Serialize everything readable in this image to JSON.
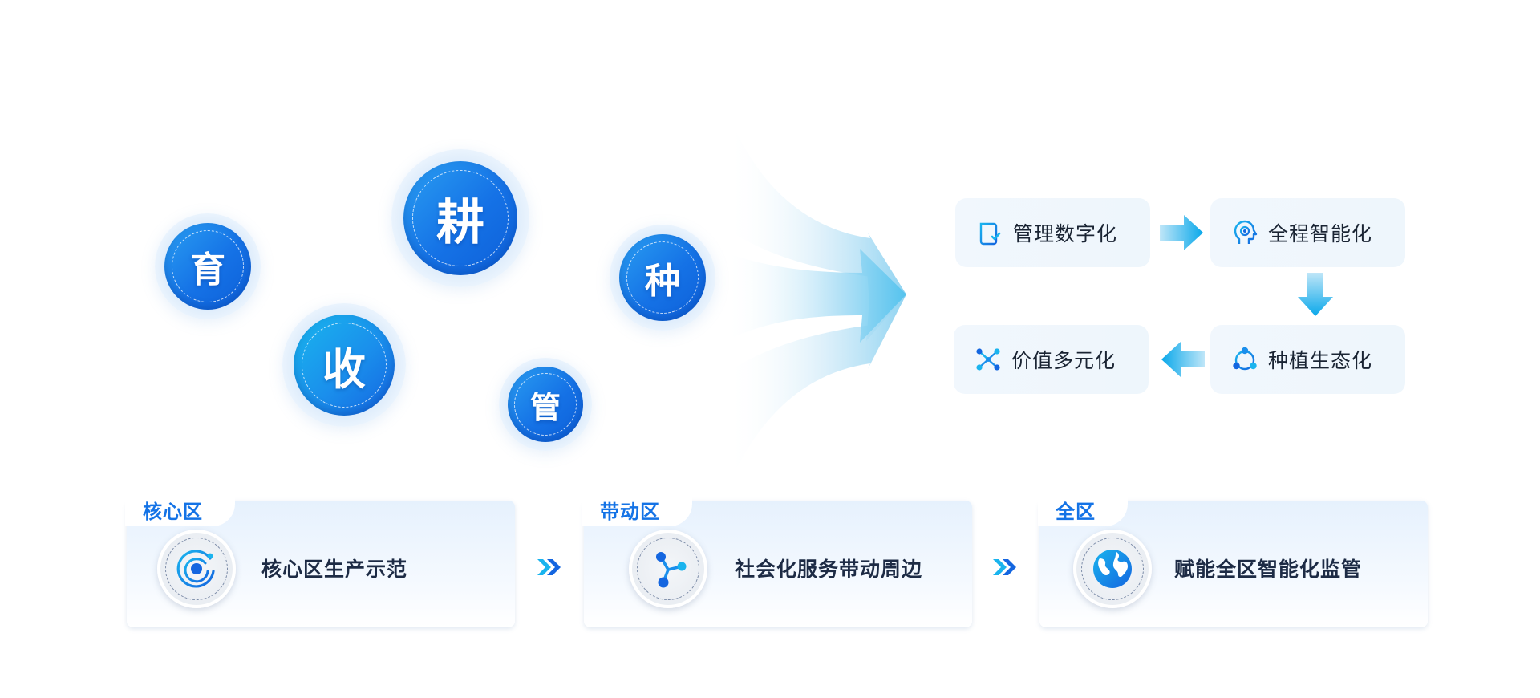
{
  "circles": [
    {
      "id": "yu",
      "char": "育"
    },
    {
      "id": "geng",
      "char": "耕"
    },
    {
      "id": "zhong",
      "char": "种"
    },
    {
      "id": "shou",
      "char": "收"
    },
    {
      "id": "guan",
      "char": "管"
    }
  ],
  "flow": [
    {
      "label": "管理数字化",
      "icon": "document-list-icon"
    },
    {
      "label": "全程智能化",
      "icon": "ai-head-icon"
    },
    {
      "label": "种植生态化",
      "icon": "ecosystem-cycle-icon"
    },
    {
      "label": "价值多元化",
      "icon": "network-nodes-icon"
    }
  ],
  "zones": [
    {
      "tab": "核心区",
      "text": "核心区生产示范",
      "icon": "target-orbit-icon"
    },
    {
      "tab": "带动区",
      "text": "社会化服务带动周边",
      "icon": "molecule-nodes-icon"
    },
    {
      "tab": "全区",
      "text": "赋能全区智能化监管",
      "icon": "globe-icon"
    }
  ],
  "colors": {
    "primary": "#1572e6",
    "accent": "#19b6ee",
    "text_dark": "#1d2b45"
  }
}
